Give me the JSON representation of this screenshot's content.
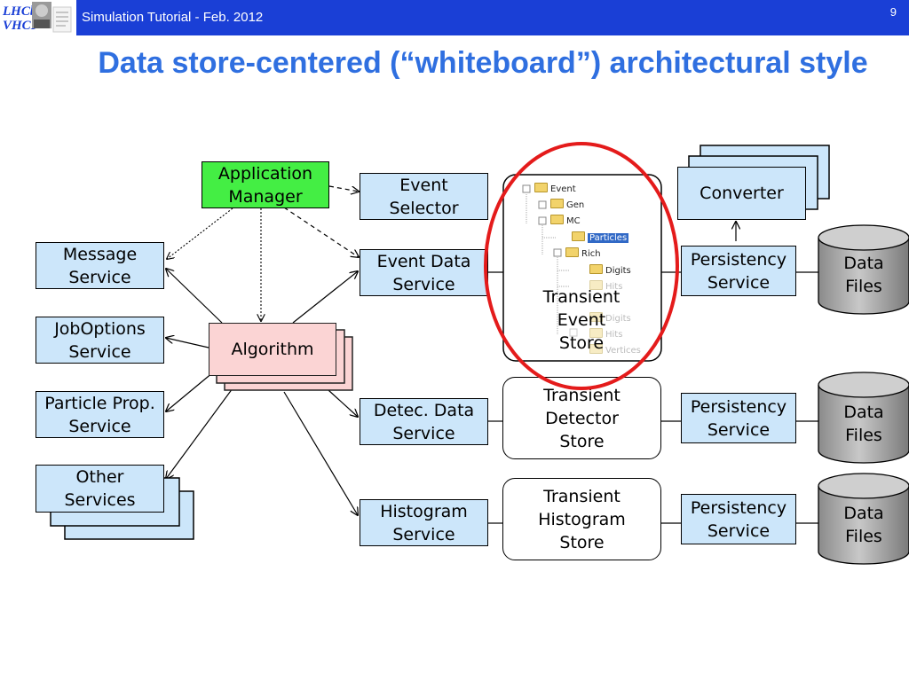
{
  "header": {
    "title": "Simulation Tutorial - Feb. 2012",
    "slide_number": "9"
  },
  "slide": {
    "title": "Data store-centered  (“whiteboard”) architectural style"
  },
  "diagram": {
    "application_manager": "Application\nManager",
    "event_selector": "Event\nSelector",
    "converter": "Converter",
    "message_service": "Message\nService",
    "event_data_service": "Event Data\nService",
    "persistency_service_1": "Persistency\nService",
    "data_files_1": "Data\nFiles",
    "joboptions_service": "JobOptions\nService",
    "algorithm": "Algorithm",
    "particle_prop_service": "Particle Prop.\nService",
    "detec_data_service": "Detec. Data\nService",
    "transient_detector_store": "Transient\nDetector\nStore",
    "persistency_service_2": "Persistency\nService",
    "data_files_2": "Data\nFiles",
    "other_services": "Other\nServices",
    "histogram_service": "Histogram\nService",
    "transient_histogram_store": "Transient\nHistogram\nStore",
    "persistency_service_3": "Persistency\nService",
    "data_files_3": "Data\nFiles",
    "transient_event_store": "Transient\nEvent\nStore",
    "tree": [
      "Event",
      "Gen",
      "MC",
      "Particles",
      "Rich",
      "Digits",
      "Hits",
      "Digits",
      "Hits",
      "Vertices"
    ]
  },
  "colors": {
    "header": "#1a3fd6",
    "title": "#2f6fe0",
    "service_box": "#cce6fa",
    "app_manager": "#44ee44",
    "algorithm": "#fbd4d4",
    "highlight": "#e41b1b"
  }
}
